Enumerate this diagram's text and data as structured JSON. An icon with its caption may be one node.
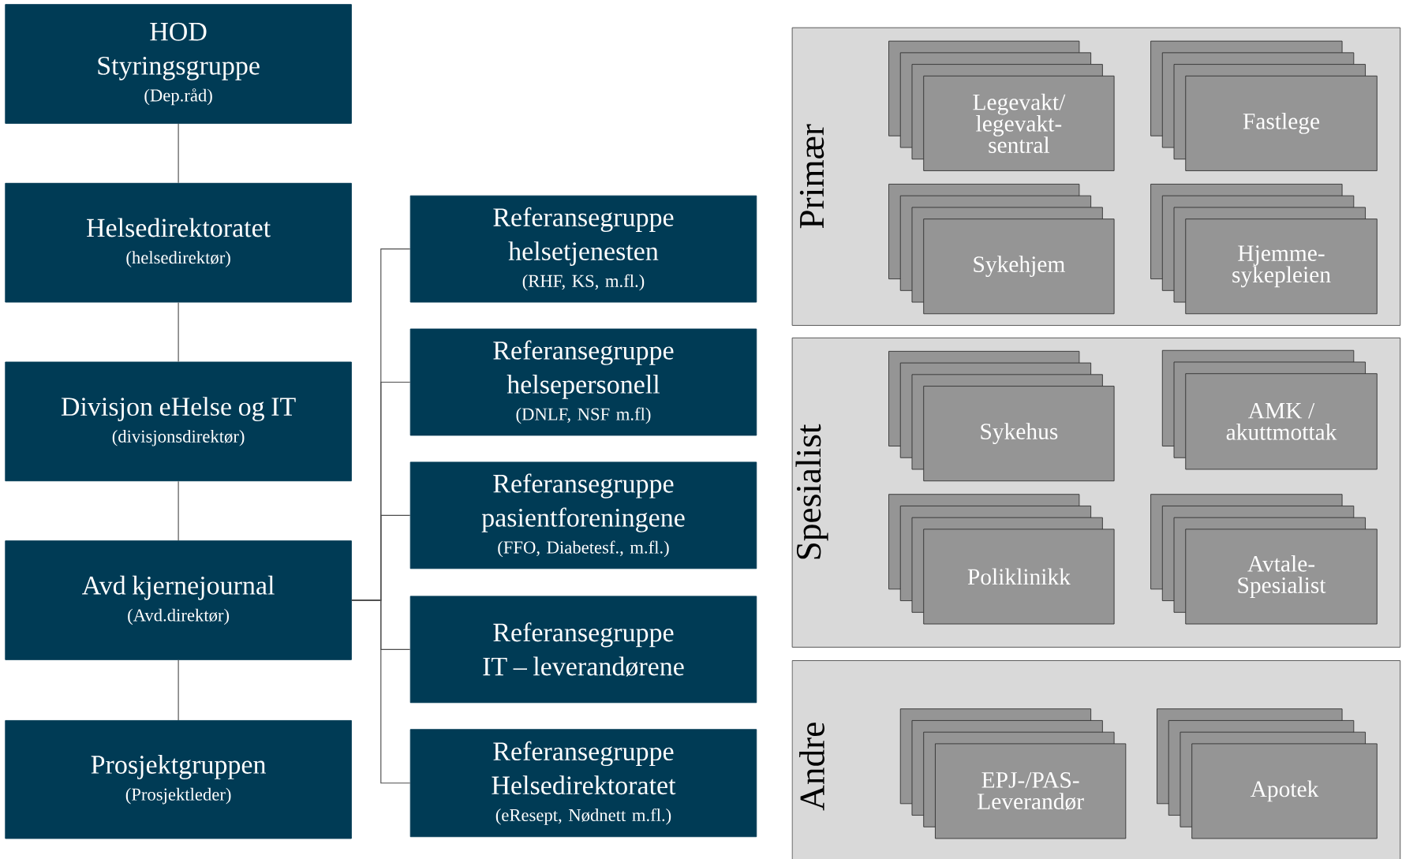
{
  "diagram": {
    "nodes": [
      {
        "text": [
          "HOD Styringsgruppe",
          "(Dep.råd)"
        ]
      },
      {
        "text": [
          "Helsedirektoratet",
          "(helsedirektør)"
        ]
      },
      {
        "text": [
          "Divisjon eHelse og IT",
          "(divisjonsdirektør)"
        ]
      },
      {
        "text": [
          "Avd kjernejournal",
          "(Avd.direktør)"
        ]
      },
      {
        "text": [
          "Prosjektgruppen",
          "(Prosjektleder)"
        ]
      },
      {
        "text": [
          "Referansegruppe helsetjenesten",
          "(RHF, KS, m.fl.)"
        ]
      },
      {
        "text": [
          "Referansegruppe helsepersonell",
          "(DNLF, NSF m.fl)"
        ]
      },
      {
        "text": [
          "Referansegruppe pasientforeningene",
          "(FFO, Diabetesf., m.fl.)"
        ]
      },
      {
        "text": [
          "Referansegruppe IT – leverandørene"
        ]
      },
      {
        "text": [
          "Referansegruppe Helsedirektoratet",
          "(eResept, Nødnett m.fl.)"
        ]
      },
      {
        "text": [
          "Primær"
        ]
      },
      {
        "text": [
          "Spesialist"
        ]
      },
      {
        "text": [
          "Andre"
        ]
      },
      {
        "text": [
          "Legevakt/ legevakt- sentral"
        ],
        "in": 10
      },
      {
        "text": [
          "Fastlege"
        ],
        "in": 10
      },
      {
        "text": [
          "Sykehjem"
        ],
        "in": 10
      },
      {
        "text": [
          "Hjemme- sykepleien"
        ],
        "in": 10
      },
      {
        "text": [
          "Sykehus"
        ],
        "in": 11
      },
      {
        "text": [
          "AMK / akuttmottak"
        ],
        "in": 11
      },
      {
        "text": [
          "Poliklinikk"
        ],
        "in": 11
      },
      {
        "text": [
          "Avtale- Spesialist"
        ],
        "in": 11
      },
      {
        "text": [
          "EPJ-/PAS- Leverandør"
        ],
        "in": 12
      },
      {
        "text": [
          "Apotek"
        ],
        "in": 12
      }
    ],
    "edges": [
      {
        "from": 0,
        "to": 1,
        "arrow": "none"
      },
      {
        "from": 1,
        "to": 2,
        "arrow": "none"
      },
      {
        "from": 2,
        "to": 3,
        "arrow": "none"
      },
      {
        "from": 3,
        "to": 4,
        "arrow": "none"
      },
      {
        "from": 3,
        "to": 5,
        "arrow": "none"
      },
      {
        "from": 3,
        "to": 6,
        "arrow": "none"
      },
      {
        "from": 3,
        "to": 7,
        "arrow": "none"
      },
      {
        "from": 3,
        "to": 8,
        "arrow": "none"
      },
      {
        "from": 3,
        "to": 9,
        "arrow": "none"
      }
    ]
  }
}
